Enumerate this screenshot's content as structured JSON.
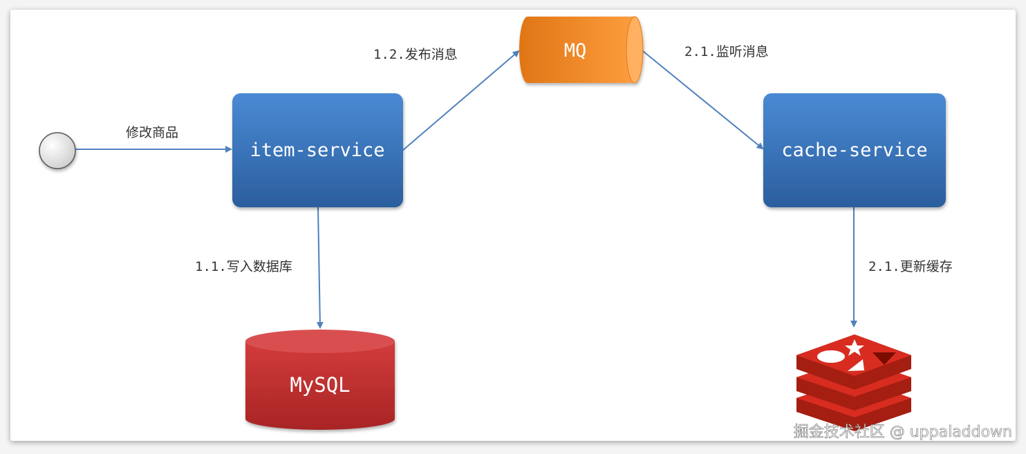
{
  "nodes": {
    "start": "",
    "item_service": "item-service",
    "mq": "MQ",
    "cache_service": "cache-service",
    "mysql": "MySQL",
    "redis": ""
  },
  "edges": {
    "modify_product": "修改商品",
    "write_db": "1.1.写入数据库",
    "publish_msg": "1.2.发布消息",
    "listen_msg": "2.1.监听消息",
    "update_cache": "2.1.更新缓存"
  },
  "watermark": "掘金技术社区 @ uppaladdown",
  "colors": {
    "service_blue": "#3a76c0",
    "mq_orange": "#f08a24",
    "mysql_red": "#c33333",
    "redis_red": "#d82c20",
    "arrow": "#4f81bd"
  },
  "icons": {
    "redis": "redis-logo-icon",
    "start": "start-circle-icon"
  }
}
